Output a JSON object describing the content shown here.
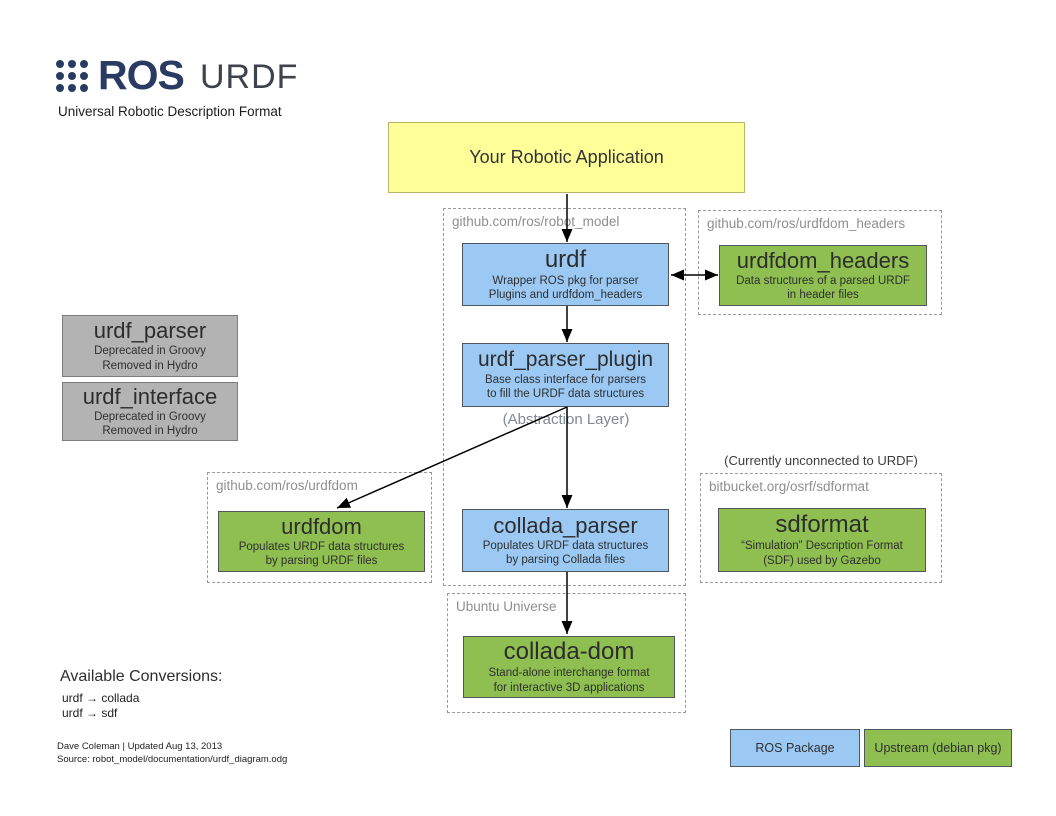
{
  "header": {
    "logo": "ROS",
    "product": "URDF",
    "tagline": "Universal Robotic Description Format"
  },
  "app_box": {
    "label": "Your Robotic Application"
  },
  "containers": {
    "robot_model": {
      "label": "github.com/ros/robot_model"
    },
    "urdfdom_headers": {
      "label": "github.com/ros/urdfdom_headers"
    },
    "urdfdom": {
      "label": "github.com/ros/urdfdom"
    },
    "sdformat": {
      "label": "bitbucket.org/osrf/sdformat",
      "note": "(Currently unconnected to URDF)"
    },
    "ubuntu_universe": {
      "label": "Ubuntu Universe"
    }
  },
  "nodes": {
    "urdf": {
      "title": "urdf",
      "desc": [
        "Wrapper ROS pkg for parser",
        "Plugins and urdfdom_headers"
      ]
    },
    "urdfdom_headers": {
      "title": "urdfdom_headers",
      "desc": [
        "Data structures of a parsed URDF",
        "in header files"
      ]
    },
    "urdf_parser": {
      "title": "urdf_parser",
      "desc": [
        "Deprecated in Groovy",
        "Removed in Hydro"
      ]
    },
    "urdf_interface": {
      "title": "urdf_interface",
      "desc": [
        "Deprecated in Groovy",
        "Removed in Hydro"
      ]
    },
    "urdf_parser_plugin": {
      "title": "urdf_parser_plugin",
      "desc": [
        "Base class interface for parsers",
        "to fill the URDF data structures"
      ]
    },
    "urdfdom": {
      "title": "urdfdom",
      "desc": [
        "Populates URDF data structures",
        "by parsing URDF files"
      ]
    },
    "collada_parser": {
      "title": "collada_parser",
      "desc": [
        "Populates URDF data structures",
        "by parsing Collada files"
      ]
    },
    "sdformat": {
      "title": "sdformat",
      "desc": [
        "“Simulation” Description Format",
        "(SDF) used by Gazebo"
      ]
    },
    "collada_dom": {
      "title": "collada-dom",
      "desc": [
        "Stand-alone interchange format",
        "for interactive 3D applications"
      ]
    }
  },
  "labels": {
    "abstraction_layer": "(Abstraction Layer)"
  },
  "conversions": {
    "heading": "Available Conversions:",
    "items": [
      "urdf  →  collada",
      "urdf  →  sdf"
    ]
  },
  "legend": {
    "ros_package": "ROS Package",
    "upstream": "Upstream (debian pkg)"
  },
  "footer": {
    "line1": "Dave Coleman | Updated Aug 13, 2013",
    "line2": "Source: robot_model/documentation/urdf_diagram.odg"
  },
  "colors": {
    "ros_package_blue": "#9cc9f4",
    "upstream_green": "#8ebf50",
    "app_yellow": "#ffff99",
    "deprecated_gray": "#b3b3b3",
    "logo_navy": "#2a3b63"
  }
}
